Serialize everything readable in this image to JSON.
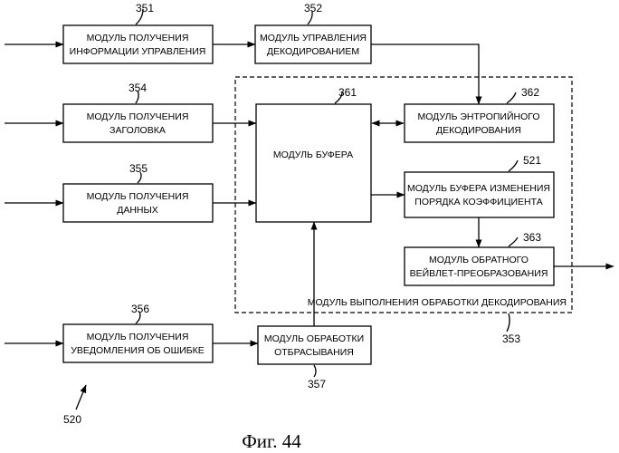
{
  "figure": {
    "caption": "Фиг. 44",
    "system_ref": "520",
    "region": {
      "label": "МОДУЛЬ ВЫПОЛНЕНИЯ ОБРАБОТКИ ДЕКОДИРОВАНИЯ",
      "ref": "353"
    },
    "modules": {
      "m351": {
        "ref": "351",
        "line1": "МОДУЛЬ ПОЛУЧЕНИЯ",
        "line2": "ИНФОРМАЦИИ УПРАВЛЕНИЯ"
      },
      "m352": {
        "ref": "352",
        "line1": "МОДУЛЬ УПРАВЛЕНИЯ",
        "line2": "ДЕКОДИРОВАНИЕМ"
      },
      "m354": {
        "ref": "354",
        "line1": "МОДУЛЬ ПОЛУЧЕНИЯ",
        "line2": "ЗАГОЛОВКА"
      },
      "m355": {
        "ref": "355",
        "line1": "МОДУЛЬ ПОЛУЧЕНИЯ",
        "line2": "ДАННЫХ"
      },
      "m356": {
        "ref": "356",
        "line1": "МОДУЛЬ ПОЛУЧЕНИЯ",
        "line2": "УВЕДОМЛЕНИЯ ОБ ОШИБКЕ"
      },
      "m357": {
        "ref": "357",
        "line1": "МОДУЛЬ ОБРАБОТКИ",
        "line2": "ОТБРАСЫВАНИЯ"
      },
      "m361": {
        "ref": "361",
        "line1": "МОДУЛЬ БУФЕРА"
      },
      "m362": {
        "ref": "362",
        "line1": "МОДУЛЬ ЭНТРОПИЙНОГО",
        "line2": "ДЕКОДИРОВАНИЯ"
      },
      "m521": {
        "ref": "521",
        "line1": "МОДУЛЬ БУФЕРА ИЗМЕНЕНИЯ",
        "line2": "ПОРЯДКА КОЭФФИЦИЕНТА"
      },
      "m363": {
        "ref": "363",
        "line1": "МОДУЛЬ ОБРАТНОГО",
        "line2": "ВЕЙВЛЕТ-ПРЕОБРАЗОВАНИЯ"
      }
    }
  }
}
